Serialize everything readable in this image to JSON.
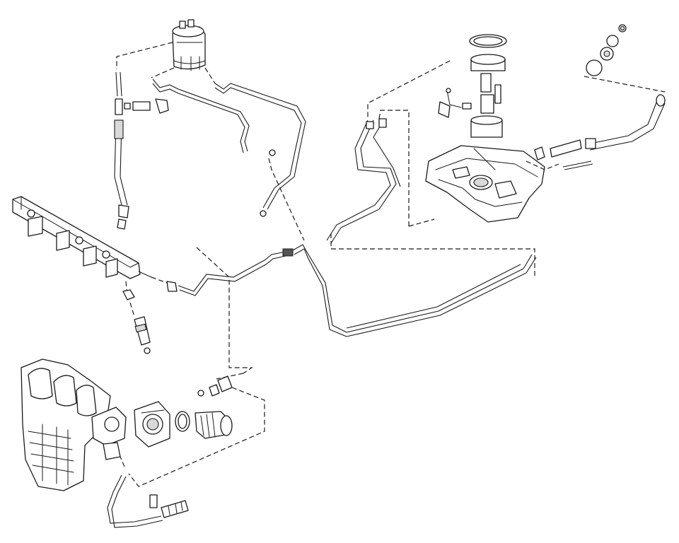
{
  "diagram": {
    "background": "#ffffff",
    "line_color": "#1a1a1a",
    "components": [
      "charcoal-canister",
      "vapor-hose",
      "fuel-rail",
      "fuel-injector",
      "intake-manifold",
      "throttle-body",
      "intake-duct",
      "fuel-pump-module",
      "fuel-tank",
      "filler-neck",
      "fuel-supply-line",
      "purge-line"
    ]
  }
}
